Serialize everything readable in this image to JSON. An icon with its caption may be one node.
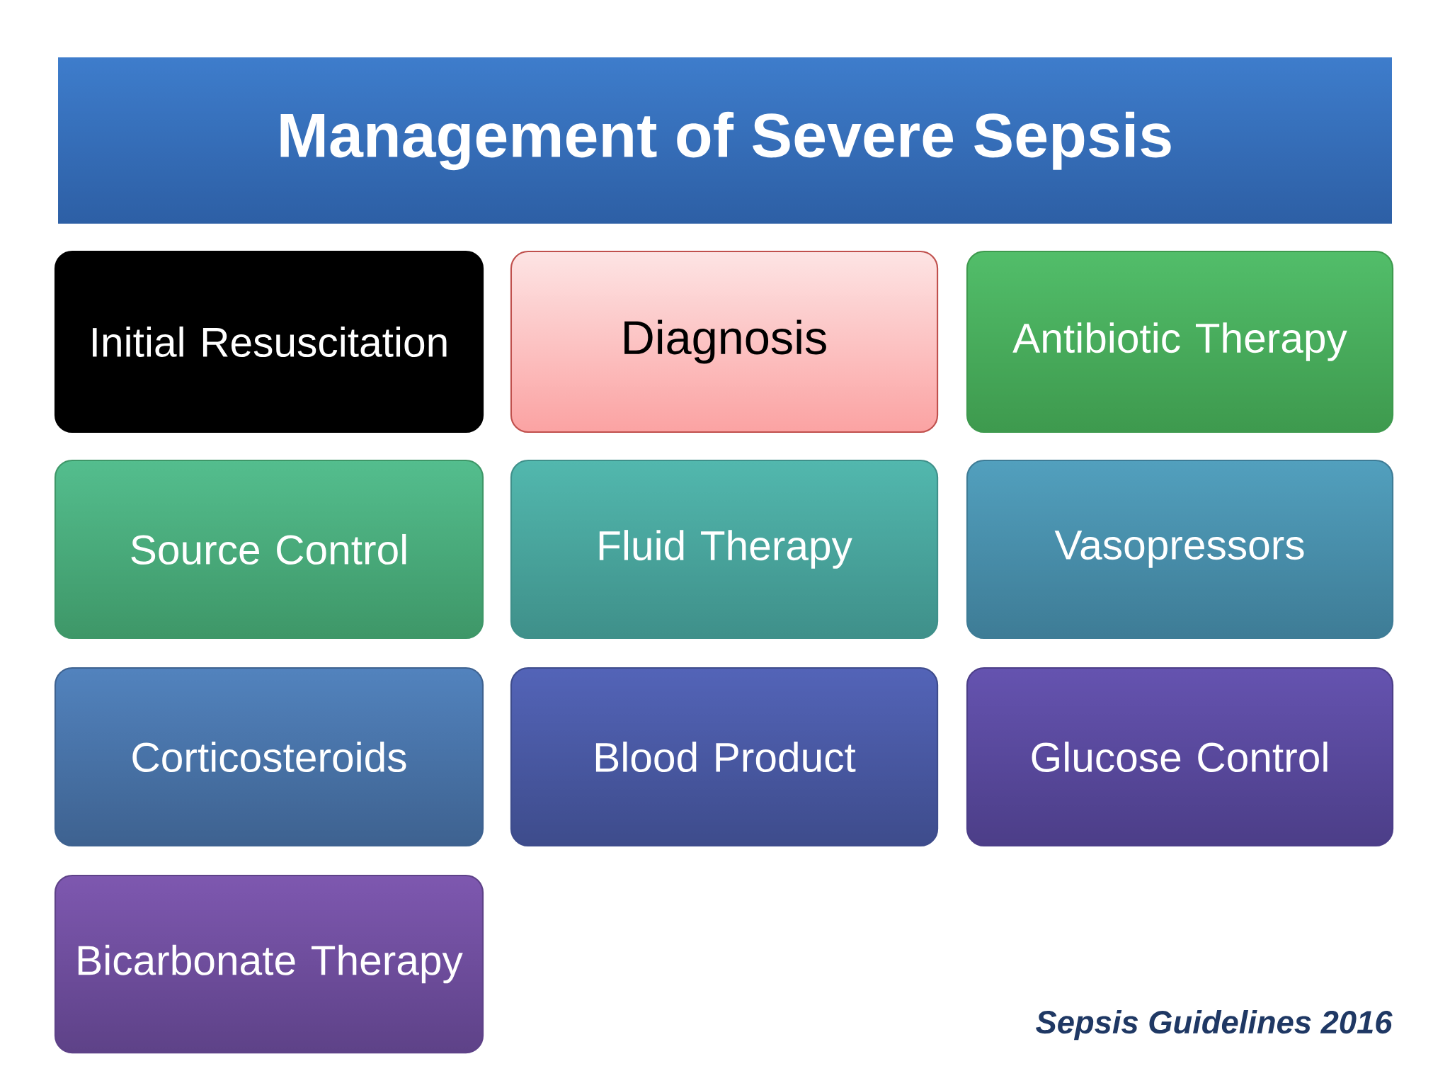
{
  "diagram": {
    "title": "Management of Severe Sepsis",
    "nodes": [
      {
        "text": [
          "Initial Resuscitation"
        ]
      },
      {
        "text": [
          "Diagnosis"
        ]
      },
      {
        "text": [
          "Antibiotic Therapy"
        ]
      },
      {
        "text": [
          "Source Control"
        ]
      },
      {
        "text": [
          "Fluid Therapy"
        ]
      },
      {
        "text": [
          "Vasopressors"
        ]
      },
      {
        "text": [
          "Corticosteroids"
        ]
      },
      {
        "text": [
          "Blood Product"
        ]
      },
      {
        "text": [
          "Glucose Control"
        ]
      },
      {
        "text": [
          "Bicarbonate Therapy"
        ]
      }
    ],
    "labels": [
      "Sepsis Guidelines 2016"
    ]
  }
}
